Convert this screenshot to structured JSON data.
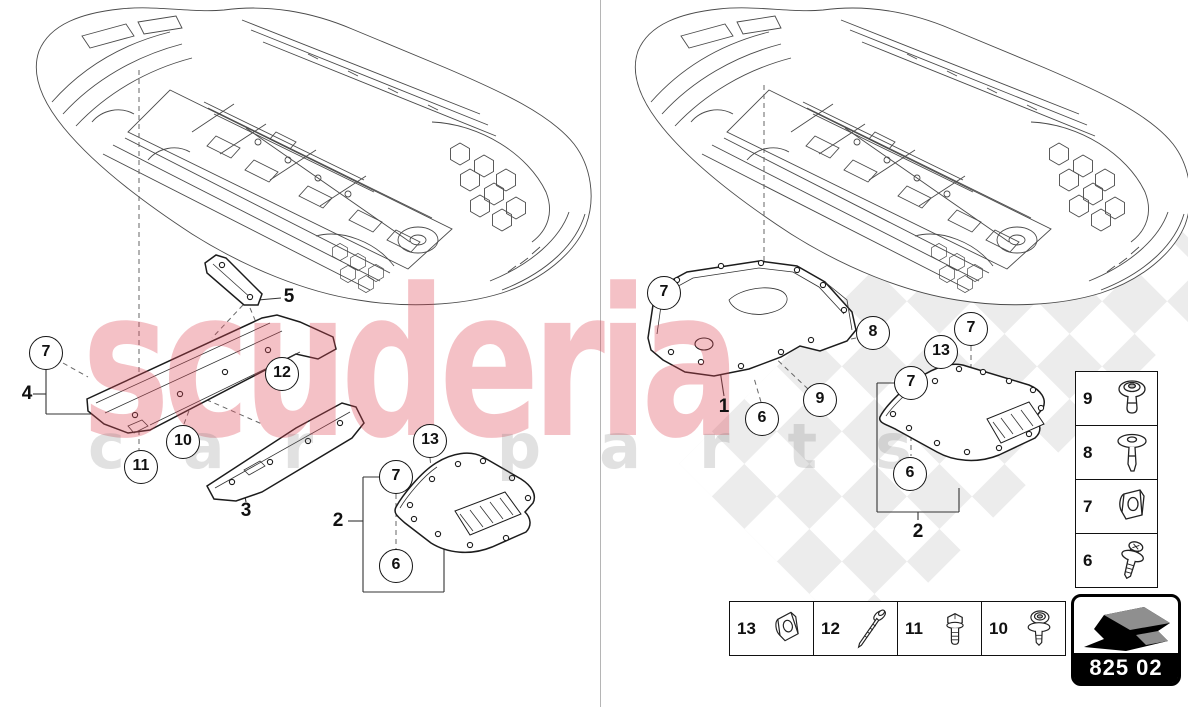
{
  "watermark": {
    "brand": "scuderia",
    "subtitle": "car parts",
    "brand_color": "#e04858",
    "checker_color": "#ececec"
  },
  "page_code": "825 02",
  "panels": {
    "left": {
      "callouts": [
        "7",
        "11",
        "10",
        "12",
        "13",
        "7",
        "6"
      ],
      "labels": [
        "4",
        "5",
        "3",
        "2"
      ]
    },
    "right": {
      "callouts": [
        "7",
        "8",
        "9",
        "6",
        "7",
        "13",
        "7",
        "6"
      ],
      "labels": [
        "1",
        "2"
      ]
    }
  },
  "side_legend": [
    {
      "n": "9",
      "icon": "push-rivet-icon"
    },
    {
      "n": "8",
      "icon": "flat-head-rivet-icon"
    },
    {
      "n": "7",
      "icon": "sheet-metal-clip-icon"
    },
    {
      "n": "6",
      "icon": "screw-with-washer-icon"
    }
  ],
  "bottom_legend": [
    {
      "n": "13",
      "icon": "sheet-metal-clip-icon"
    },
    {
      "n": "12",
      "icon": "long-screw-icon"
    },
    {
      "n": "11",
      "icon": "hex-flange-bolt-icon"
    },
    {
      "n": "10",
      "icon": "torx-screw-washer-icon"
    }
  ]
}
